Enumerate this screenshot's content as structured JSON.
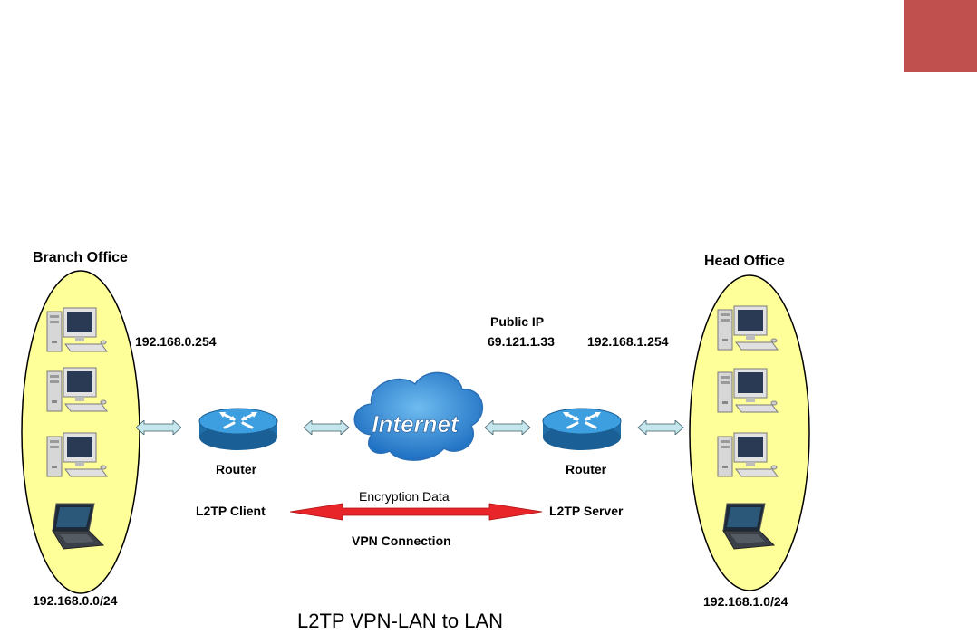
{
  "colors": {
    "corner_block": "#c0504d",
    "office_fill": "#ffff99",
    "office_stroke": "#000000",
    "link_arrow_fill": "#c6e6ee",
    "link_arrow_stroke": "#3a5a62",
    "vpn_arrow": "#e8262a",
    "router_blue": "#2f8fd1",
    "cloud_blue": "#2a7fd0"
  },
  "branch": {
    "title": "Branch Office",
    "gateway_ip": "192.168.0.254",
    "subnet": "192.168.0.0/24",
    "router_label": "Router",
    "role_label": "L2TP Client"
  },
  "head": {
    "title": "Head Office",
    "public_ip_label": "Public IP",
    "public_ip": "69.121.1.33",
    "gateway_ip": "192.168.1.254",
    "subnet": "192.168.1.0/24",
    "router_label": "Router",
    "role_label": "L2TP Server"
  },
  "internet": {
    "label": "Internet"
  },
  "vpn": {
    "top_label": "Encryption Data",
    "bottom_label": "VPN Connection"
  },
  "caption": "L2TP VPN-LAN to LAN",
  "icons": {
    "desktop": "desktop-computer-icon",
    "laptop": "laptop-icon",
    "router": "router-icon",
    "cloud": "internet-cloud-icon"
  }
}
